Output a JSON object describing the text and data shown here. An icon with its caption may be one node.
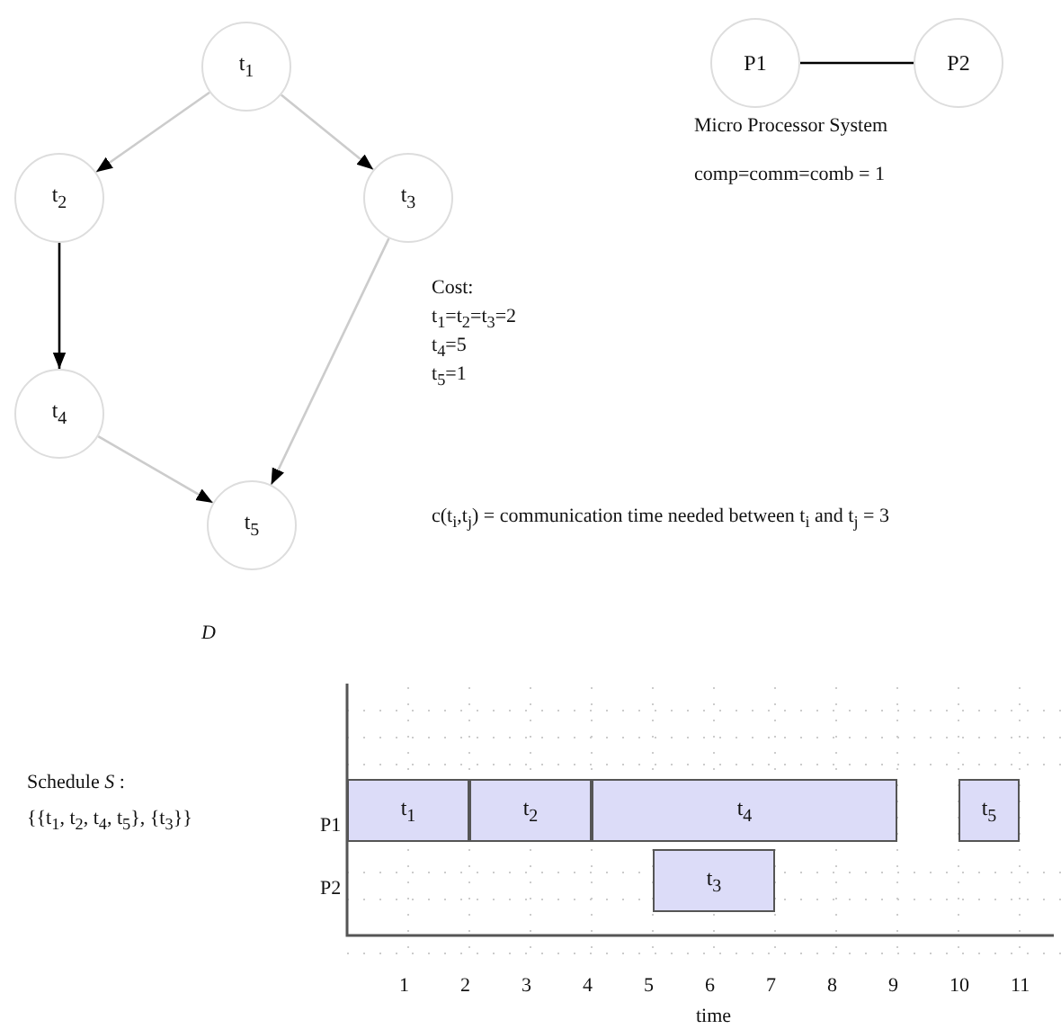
{
  "diagram": {
    "nodes": [
      {
        "text": [
          "t$_{1}$"
        ]
      },
      {
        "text": [
          "t$_{2}$"
        ]
      },
      {
        "text": [
          "t$_{3}$"
        ]
      },
      {
        "text": [
          "t$_{4}$"
        ]
      },
      {
        "text": [
          "t$_{5}$"
        ]
      },
      {
        "text": [
          "P1"
        ]
      },
      {
        "text": [
          "P2"
        ]
      },
      {
        "text": [
          "t$_{1}$"
        ]
      },
      {
        "text": [
          "t$_{2}$"
        ]
      },
      {
        "text": [
          "t$_{4}$"
        ]
      },
      {
        "text": [
          "t$_{5}$"
        ]
      },
      {
        "text": [
          "t$_{3}$"
        ]
      }
    ],
    "edges": [
      {
        "from": 0,
        "to": 1,
        "arrow": "to"
      },
      {
        "from": 0,
        "to": 2,
        "arrow": "to"
      },
      {
        "from": 1,
        "to": 3,
        "arrow": "to",
        "color": "#000000"
      },
      {
        "from": 3,
        "to": 4,
        "arrow": "to"
      },
      {
        "from": 2,
        "to": 4,
        "arrow": "to"
      },
      {
        "from": 5,
        "to": 6,
        "arrow": "none",
        "color": "#000000"
      }
    ],
    "labels": [
      "Micro Processor System",
      "comp=comm=comb = 1",
      "Cost:",
      "t$_{1}$=t$_{2}$=t$_{3}$=2",
      "t$_{4}$=5",
      "t$_{5}$=1",
      "c(t$_{i}$,t$_{j}$) = communication time needed between t$_{i}$ and t$_{j}$ = 3",
      "D",
      "Schedule *S* :",
      "{{t$_{1}$, t$_{2}$, t$_{4}$, t$_{5}$}, {t$_{3}$}}",
      "P1",
      "P2",
      "1",
      "2",
      "3",
      "4",
      "5",
      "6",
      "7",
      "8",
      "9",
      "10",
      "11",
      "time"
    ]
  }
}
